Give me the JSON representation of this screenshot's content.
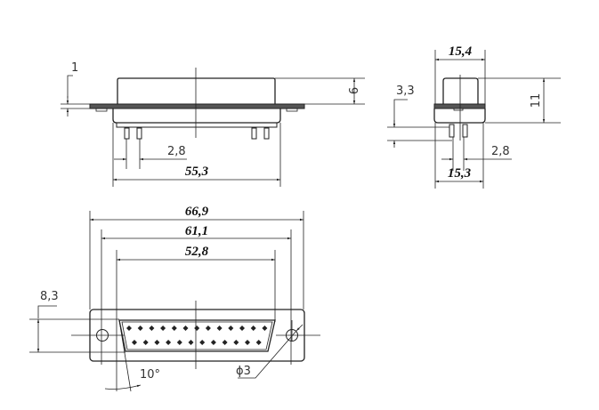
{
  "top_view": {
    "d_flange": "1",
    "d_height": "6",
    "d_pitch": "2,8",
    "d_width": "55,3"
  },
  "side_view": {
    "d_width_top": "15,4",
    "d_pin": "3,3",
    "d_height": "11",
    "d_pitch": "2,8",
    "d_width_bottom": "15,3"
  },
  "front_view": {
    "d_overall": "66,9",
    "d_holes": "61,1",
    "d_shell": "52,8",
    "d_height": "8,3",
    "d_angle": "10°",
    "d_hole_dia": "ϕ3",
    "pins_top_row": 13,
    "pins_bottom_row": 12
  }
}
